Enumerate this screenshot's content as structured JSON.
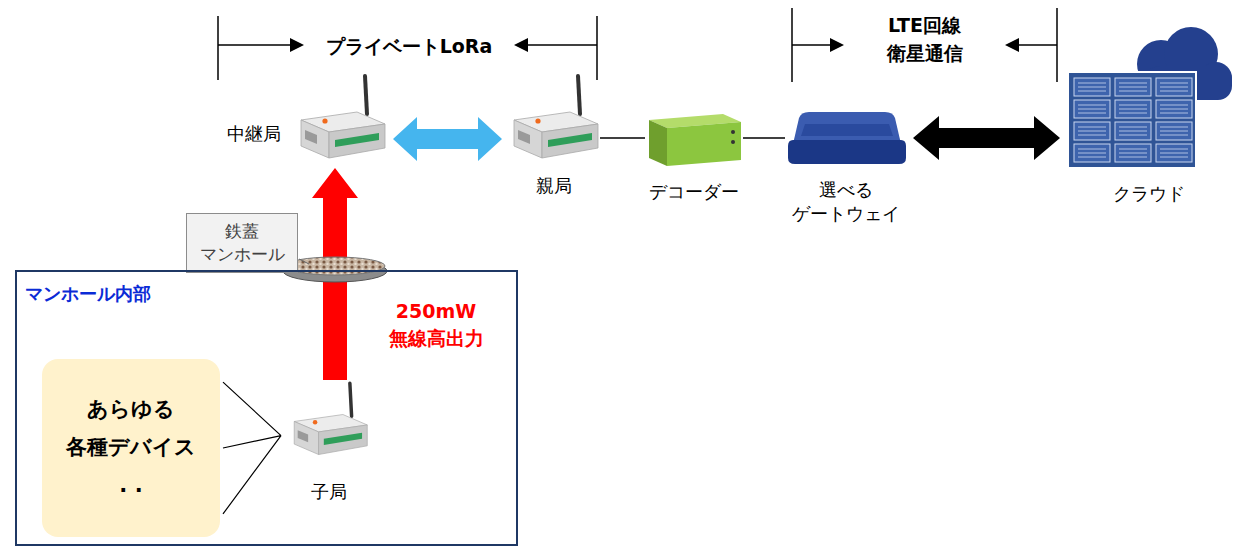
{
  "diagram": {
    "nodes": [
      {
        "text": [
          "中継局"
        ]
      },
      {
        "text": [
          "親局"
        ]
      },
      {
        "text": [
          "デコーダー"
        ]
      },
      {
        "text": [
          "選べる ゲートウェイ"
        ]
      },
      {
        "text": [
          "クラウド"
        ]
      },
      {
        "text": [
          "鉄蓋 マンホール"
        ]
      },
      {
        "text": [
          "マンホール内部"
        ]
      },
      {
        "text": [
          "あらゆる 各種デバイス . ."
        ],
        "in": 6
      },
      {
        "text": [
          "子局"
        ],
        "in": 6
      }
    ],
    "edges": [
      {
        "from": 8,
        "to": 0,
        "arrow": "to",
        "label": "250mW 無線高出力"
      },
      {
        "from": 0,
        "to": 1,
        "arrow": "both"
      },
      {
        "from": 1,
        "to": 2,
        "arrow": "none"
      },
      {
        "from": 2,
        "to": 3,
        "arrow": "none"
      },
      {
        "from": 3,
        "to": 4,
        "arrow": "both"
      },
      {
        "from": 7,
        "to": 8,
        "arrow": "none"
      }
    ],
    "labels": [
      "プライベートLoRa",
      "LTE回線 衛星通信"
    ]
  }
}
